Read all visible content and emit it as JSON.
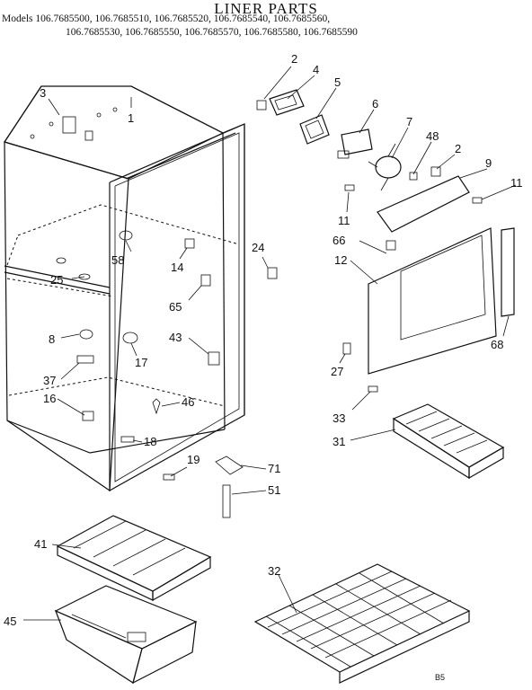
{
  "header": {
    "title": "LINER PARTS",
    "models_line1": "Models 106.7685500, 106.7685510, 106.7685520, 106.7685540, 106.7685560,",
    "models_line2": "106.7685530, 106.7685550, 106.7685570, 106.7685580, 106.7685590"
  },
  "callouts": {
    "c1": "1",
    "c2a": "2",
    "c2b": "2",
    "c3": "3",
    "c4": "4",
    "c5": "5",
    "c6": "6",
    "c7": "7",
    "c8": "8",
    "c9": "9",
    "c11a": "11",
    "c11b": "11",
    "c12": "12",
    "c14": "14",
    "c16": "16",
    "c17": "17",
    "c18": "18",
    "c19": "19",
    "c24": "24",
    "c25": "25",
    "c27": "27",
    "c31": "31",
    "c32": "32",
    "c33": "33",
    "c37": "37",
    "c41": "41",
    "c43": "43",
    "c45": "45",
    "c46": "46",
    "c48": "48",
    "c51": "51",
    "c58": "58",
    "c65": "65",
    "c66": "66",
    "c68": "68",
    "c71": "71"
  },
  "footer": {
    "code": "B5"
  }
}
